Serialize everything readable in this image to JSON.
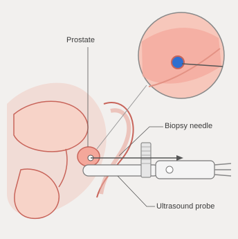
{
  "figure": {
    "labels": {
      "prostate": "Prostate",
      "biopsy_needle": "Biopsy needle",
      "ultrasound_probe": "Ultrasound probe"
    },
    "colors": {
      "background": "#f2f0ee",
      "tissue_fill": "#f7d3c8",
      "tissue_outline": "#c8645a",
      "prostate_fill": "#f4a79a",
      "needle_tip": "#2f6fd0",
      "probe_fill": "#f4f4f4",
      "leader_line": "#555555"
    }
  }
}
